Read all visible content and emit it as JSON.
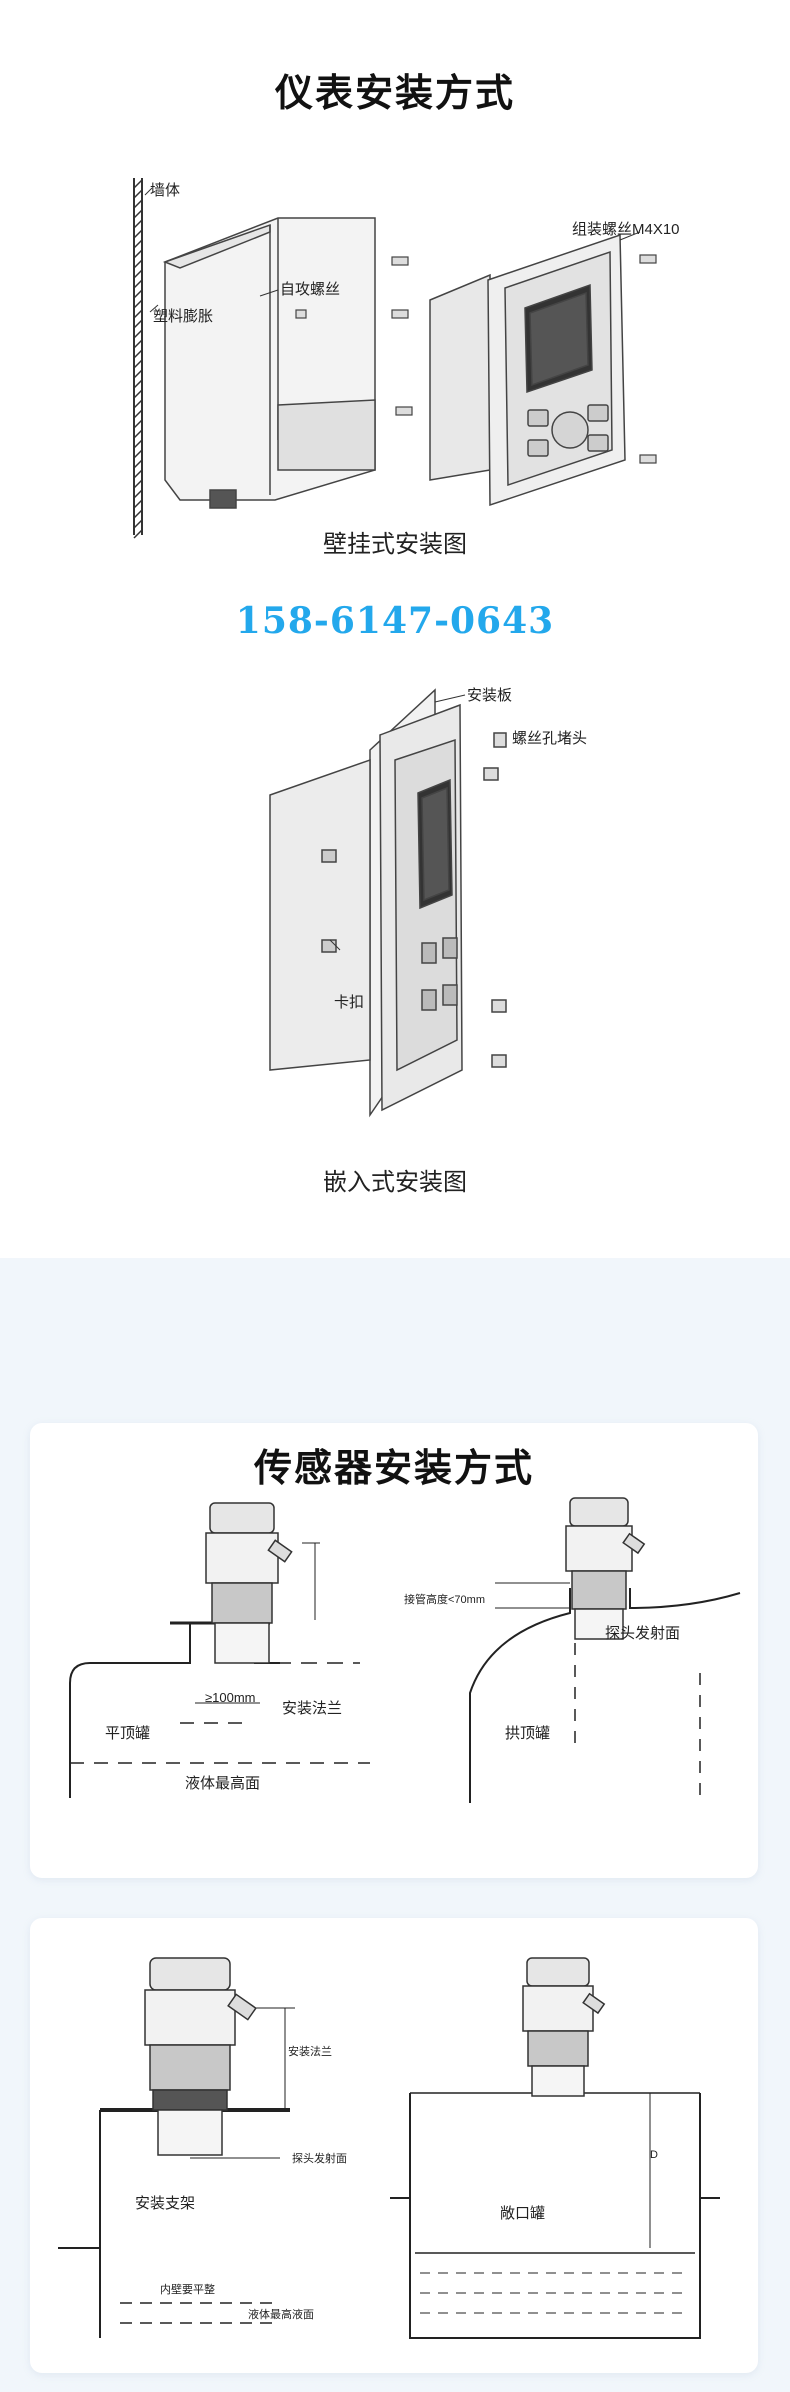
{
  "meter_section": {
    "title": "仪表安装方式",
    "wall_mount": {
      "labels": {
        "wall": "墙体",
        "self_tap_screw": "自攻螺丝",
        "plastic_expansion": "塑料膨胀",
        "assembly_screw": "组装螺丝M4X10"
      },
      "caption": "壁挂式安装图"
    },
    "phone": "158-6147-0643",
    "panel_mount": {
      "labels": {
        "mount_plate": "安装板",
        "screw_hole_plug": "螺丝孔堵头",
        "clip": "卡扣"
      },
      "caption": "嵌入式安装图"
    }
  },
  "sensor_section": {
    "title": "传感器安装方式",
    "card1": {
      "flat_top": {
        "size": "≥100mm",
        "flange": "安装法兰",
        "tank": "平顶罐",
        "max_level": "液体最高面"
      },
      "dome_top": {
        "pipe_height": "接管高度<70mm",
        "probe_face": "探头发射面",
        "tank": "拱顶罐"
      }
    },
    "card2": {
      "bracket": {
        "flange": "安装法兰",
        "probe_face": "探头发射面",
        "bracket": "安装支架",
        "inner_wall": "内壁要平整",
        "max_level": "液体最高液面"
      },
      "open_tank": {
        "tank": "敞口罐",
        "distance": "D"
      }
    }
  }
}
